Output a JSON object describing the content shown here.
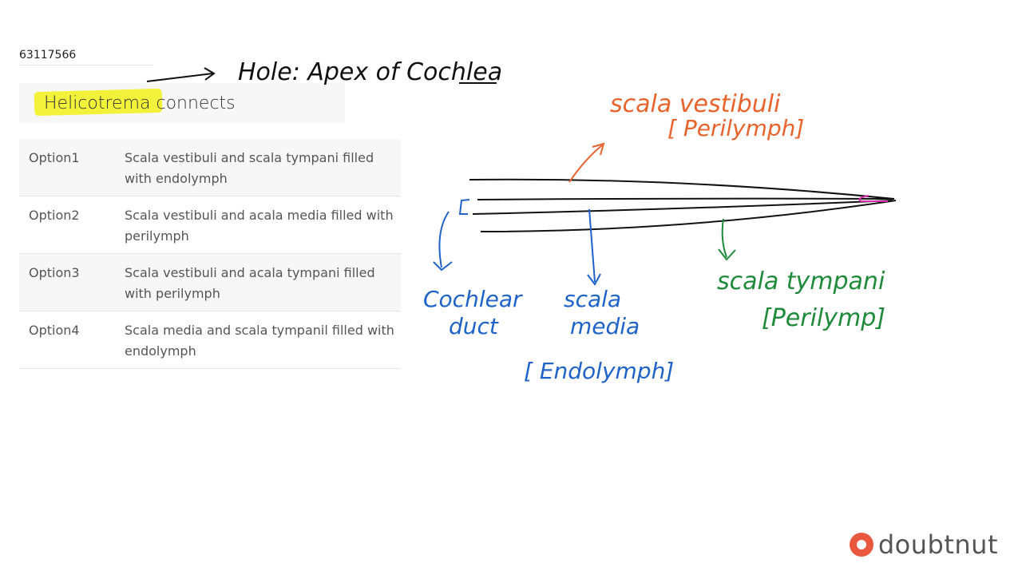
{
  "question_id": "63117566",
  "question": "Helicotrema connects",
  "options": [
    {
      "label": "Option1",
      "text": "Scala vestibuli and scala tympani filled with endolymph"
    },
    {
      "label": "Option2",
      "text": "Scala vestibuli and acala media filled with perilymph"
    },
    {
      "label": "Option3",
      "text": "Scala vestibuli and acala tympani filled with perilymph"
    },
    {
      "label": "Option4",
      "text": "Scala media and scala tympanil filled with endolymph"
    }
  ],
  "annotations": {
    "hole_note": "Hole:   Apex of  Cochlea",
    "scala_vestibuli": "scala vestibuli",
    "vestibuli_fluid": "[ Perilymph]",
    "cochlear_duct_line1": "Cochlear",
    "cochlear_duct_line2": "duct",
    "scala_media_line1": "scala",
    "scala_media_line2": "media",
    "media_fluid": "[ Endolymph]",
    "scala_tympani": "scala tympani",
    "tympani_fluid": "[Perilymp]"
  },
  "logo": {
    "text": "doubtnut",
    "icon": "doubtnut-logo-icon"
  },
  "colors": {
    "orange": "#e8632c",
    "blue": "#1f63c9",
    "green": "#1e8a3a",
    "ink": "#111111",
    "highlight": "#f3f23a",
    "brand": "#e9573f"
  }
}
